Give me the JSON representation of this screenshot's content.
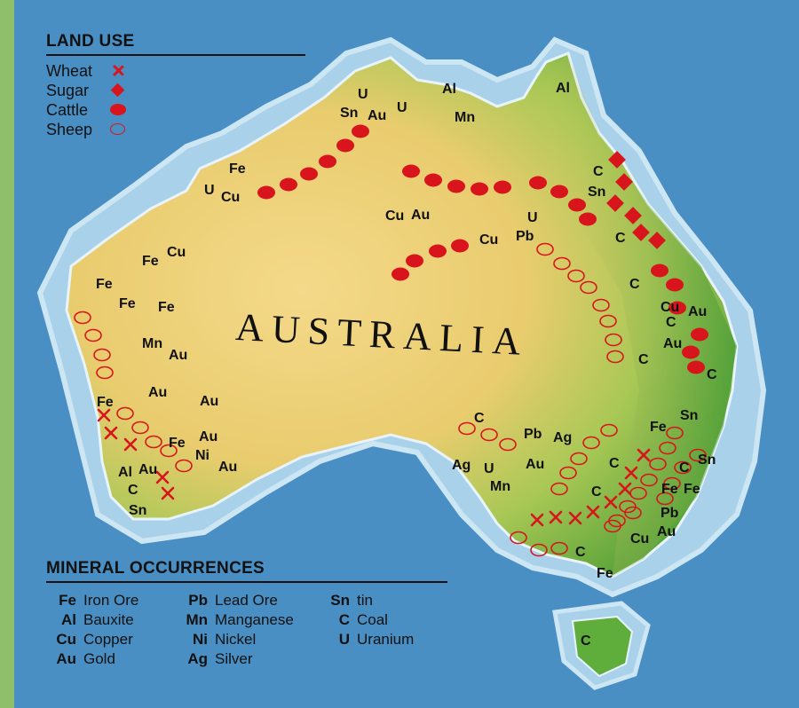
{
  "country_label": "AUSTRALIA",
  "land_use": {
    "heading": "LAND USE",
    "items": [
      {
        "label": "Wheat",
        "symbol": "x-icon"
      },
      {
        "label": "Sugar",
        "symbol": "diamond-icon"
      },
      {
        "label": "Cattle",
        "symbol": "filled-dot-icon"
      },
      {
        "label": "Sheep",
        "symbol": "hollow-dot-icon"
      }
    ]
  },
  "minerals": {
    "heading": "MINERAL OCCURRENCES",
    "items": [
      {
        "symbol": "Fe",
        "name": "Iron Ore"
      },
      {
        "symbol": "Pb",
        "name": "Lead Ore"
      },
      {
        "symbol": "Sn",
        "name": "tin"
      },
      {
        "symbol": "Al",
        "name": "Bauxite"
      },
      {
        "symbol": "Mn",
        "name": "Manganese"
      },
      {
        "symbol": "C",
        "name": "Coal"
      },
      {
        "symbol": "Cu",
        "name": "Copper"
      },
      {
        "symbol": "Ni",
        "name": "Nickel"
      },
      {
        "symbol": "U",
        "name": "Uranium"
      },
      {
        "symbol": "Au",
        "name": "Gold"
      },
      {
        "symbol": "Ag",
        "name": "Silver"
      }
    ]
  },
  "map_labels": [
    "U",
    "Sn",
    "Au",
    "U",
    "Al",
    "Mn",
    "Al",
    "Fe",
    "U",
    "Cu",
    "Cu",
    "Au",
    "U",
    "Pb",
    "Cu",
    "C",
    "Sn",
    "C",
    "Fe",
    "Cu",
    "Fe",
    "Fe",
    "Fe",
    "Mn",
    "Au",
    "Au",
    "Au",
    "Fe",
    "Au",
    "Fe",
    "Ni",
    "Au",
    "Al",
    "Au",
    "C",
    "Sn",
    "C",
    "Cu",
    "Au",
    "C",
    "Au",
    "C",
    "C",
    "C",
    "Sn",
    "Pb",
    "Ag",
    "Fe",
    "Ag",
    "U",
    "Au",
    "Mn",
    "C",
    "C",
    "Sn",
    "C",
    "Fe",
    "Fe",
    "Pb",
    "Cu",
    "Au",
    "C",
    "Fe",
    "C"
  ],
  "colors": {
    "ocean": "#4a8fc4",
    "shelf": "#a9d2ea",
    "land_dry": "#f0d27a",
    "land_green": "#5fae3c",
    "symbol_red": "#d8141c"
  },
  "icons": {
    "wheat": "x-icon",
    "sugar": "diamond-icon",
    "cattle": "filled-dot-icon",
    "sheep": "hollow-dot-icon"
  }
}
